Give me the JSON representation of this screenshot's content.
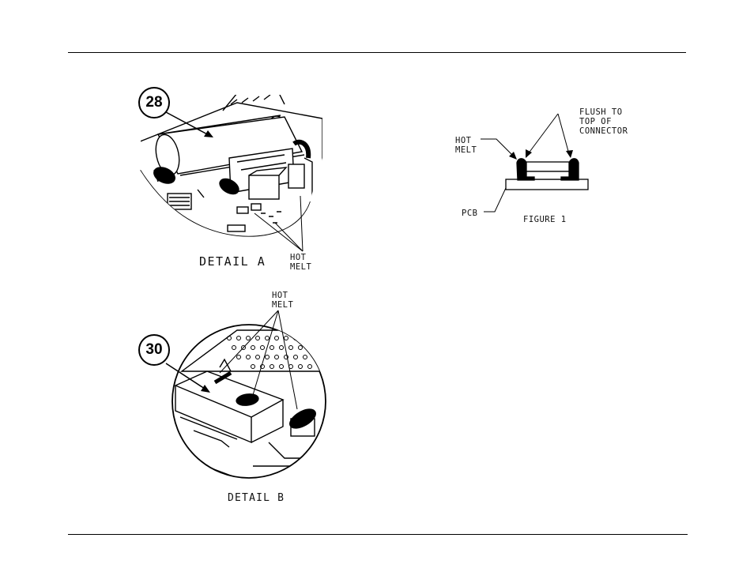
{
  "detail_a": {
    "callout": "28",
    "caption": "DETAIL A",
    "hot_melt": "HOT\nMELT"
  },
  "detail_b": {
    "callout": "30",
    "caption": "DETAIL B",
    "hot_melt": "HOT\nMELT"
  },
  "figure1": {
    "flush_label": "FLUSH TO\nTOP OF\nCONNECTOR",
    "hot_melt": "HOT\nMELT",
    "pcb": "PCB",
    "caption": "FIGURE 1"
  }
}
